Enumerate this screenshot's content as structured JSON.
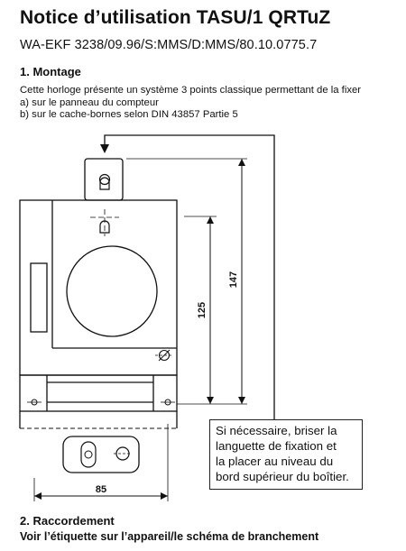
{
  "title": "Notice d’utilisation TASU/1 QRTuZ",
  "reference": "WA-EKF 3238/09.96/S:MMS/D:MMS/80.10.0775.7",
  "section1": {
    "heading": "1. Montage",
    "lines": [
      "Cette horloge présente un système 3 points classique permettant de la fixer",
      "a) sur le panneau du compteur",
      "b) sur le cache-bornes selon DIN 43857 Partie 5"
    ]
  },
  "diagram": {
    "dim_125": "125",
    "dim_147": "147",
    "dim_85": "85"
  },
  "callout": {
    "lines": [
      "Si nécessaire, briser la",
      "languette de fixation et",
      "la placer au niveau du",
      "bord supérieur du boîtier."
    ]
  },
  "section2": {
    "heading": "2. Raccordement",
    "text": "Voir l’étiquette sur l’appareil/le schéma de branchement"
  }
}
